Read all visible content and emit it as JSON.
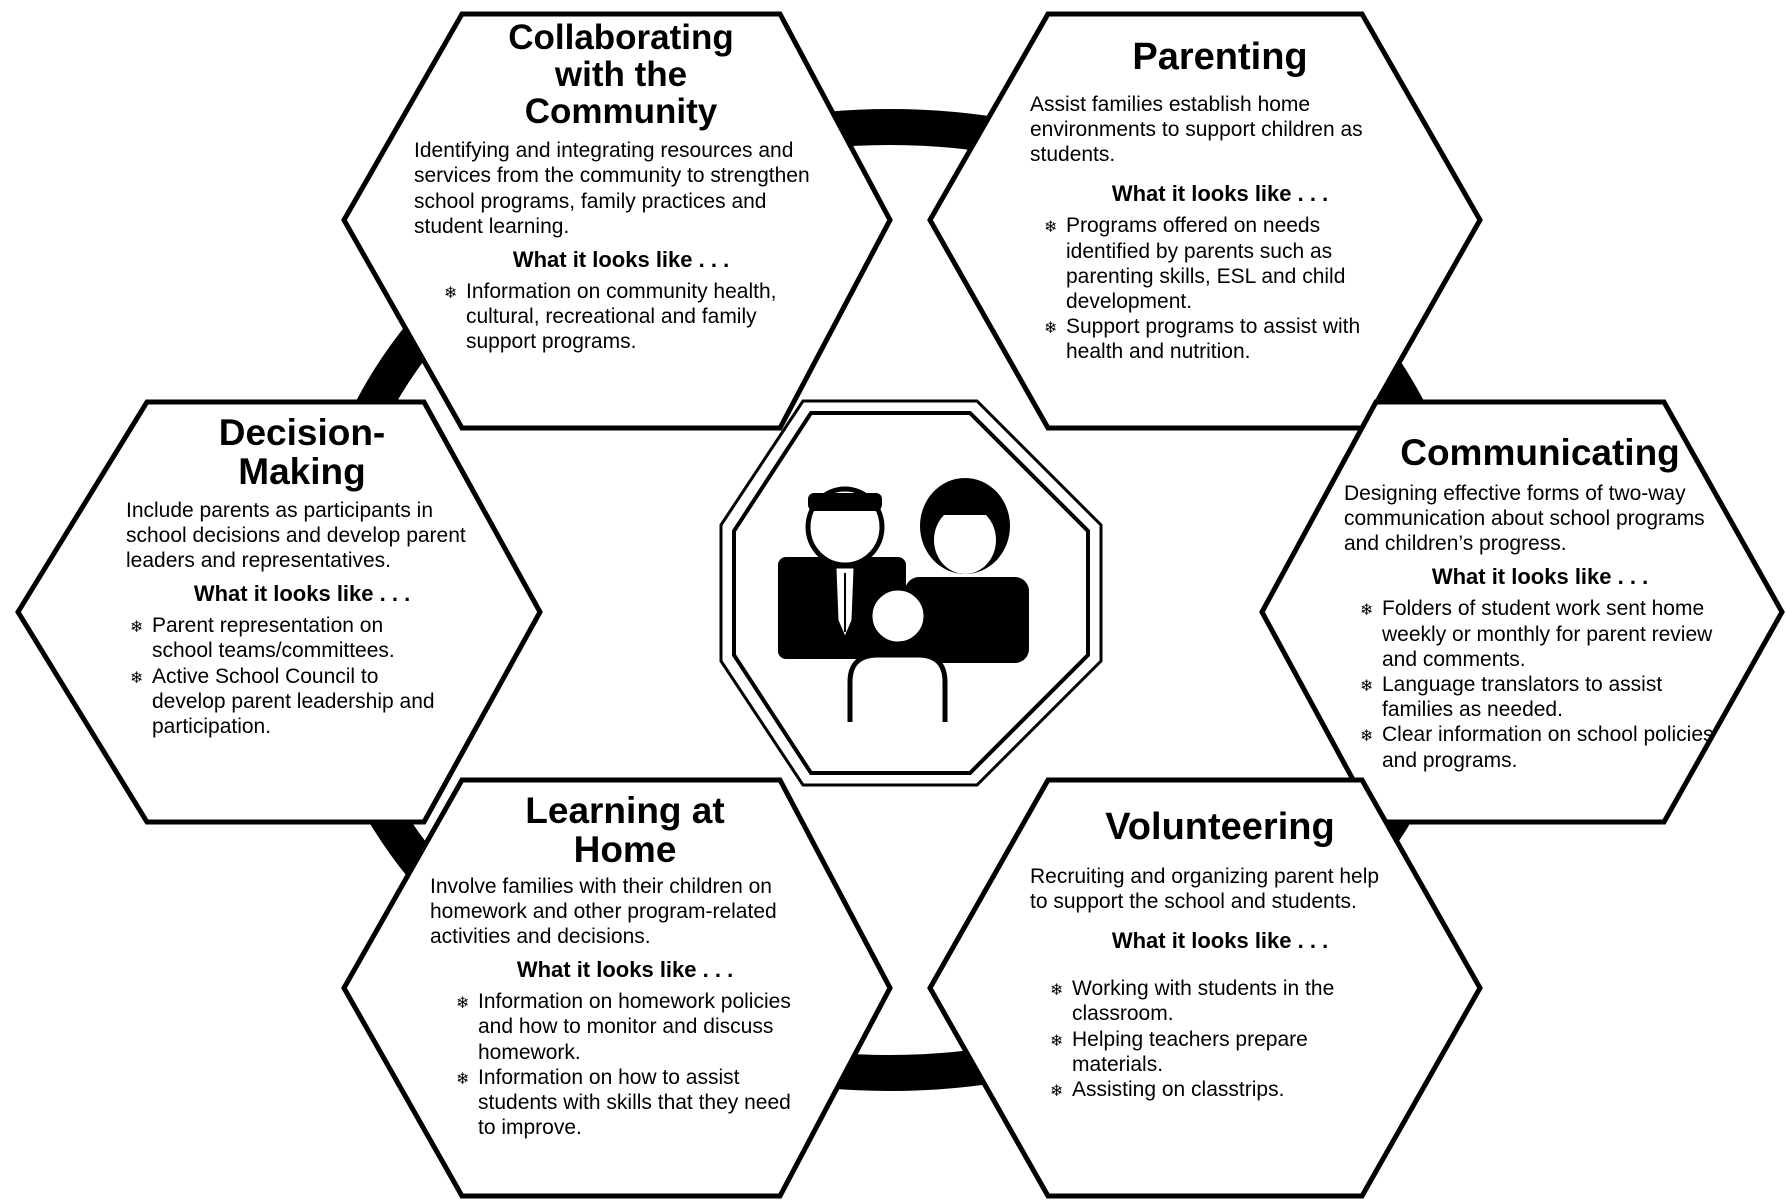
{
  "colors": {
    "ink": "#000000",
    "paper": "#ffffff"
  },
  "center_icon": "family-icon",
  "bullet_icon": "snowflake-icon",
  "bullet_glyph": "❄",
  "sections": {
    "collaborating": {
      "title": "Collaborating with the Community",
      "description": "Identifying and integrating resources and services from the community to strengthen school programs, family practices and student learning.",
      "what_label": "What it looks like . . .",
      "items": [
        "Information on community health, cultural, recreational and family support programs."
      ]
    },
    "parenting": {
      "title": "Parenting",
      "description": "Assist families establish home environments to support children as students.",
      "what_label": "What it looks like . . .",
      "items": [
        "Programs offered on needs identified by parents such as parenting skills, ESL and child development.",
        "Support programs to assist with health and nutrition."
      ]
    },
    "decision": {
      "title": "Decision-Making",
      "description": "Include parents as participants in school decisions and develop parent leaders and representatives.",
      "what_label": "What it looks like . . .",
      "items": [
        "Parent representation on school teams/committees.",
        "Active School Council to develop parent leadership and participation."
      ]
    },
    "communicating": {
      "title": "Communicating",
      "description": "Designing effective forms of two-way communication about school programs and children’s progress.",
      "what_label": "What it looks like . . .",
      "items": [
        "Folders of student work sent home weekly or monthly for parent review and comments.",
        "Language translators to assist families as needed.",
        "Clear information on school policies and programs."
      ]
    },
    "learning": {
      "title": "Learning at Home",
      "description": "Involve families with their children on homework and other program-related activities and decisions.",
      "what_label": "What it looks like . . .",
      "items": [
        "Information on homework policies and how to monitor and discuss homework.",
        "Information on how to assist students with skills that they need to improve."
      ]
    },
    "volunteering": {
      "title": "Volunteering",
      "description": "Recruiting and organizing parent help to support the school and students.",
      "what_label": "What it looks like . . .",
      "items": [
        "Working with students in the classroom.",
        "Helping teachers prepare materials.",
        "Assisting on classtrips."
      ]
    }
  }
}
